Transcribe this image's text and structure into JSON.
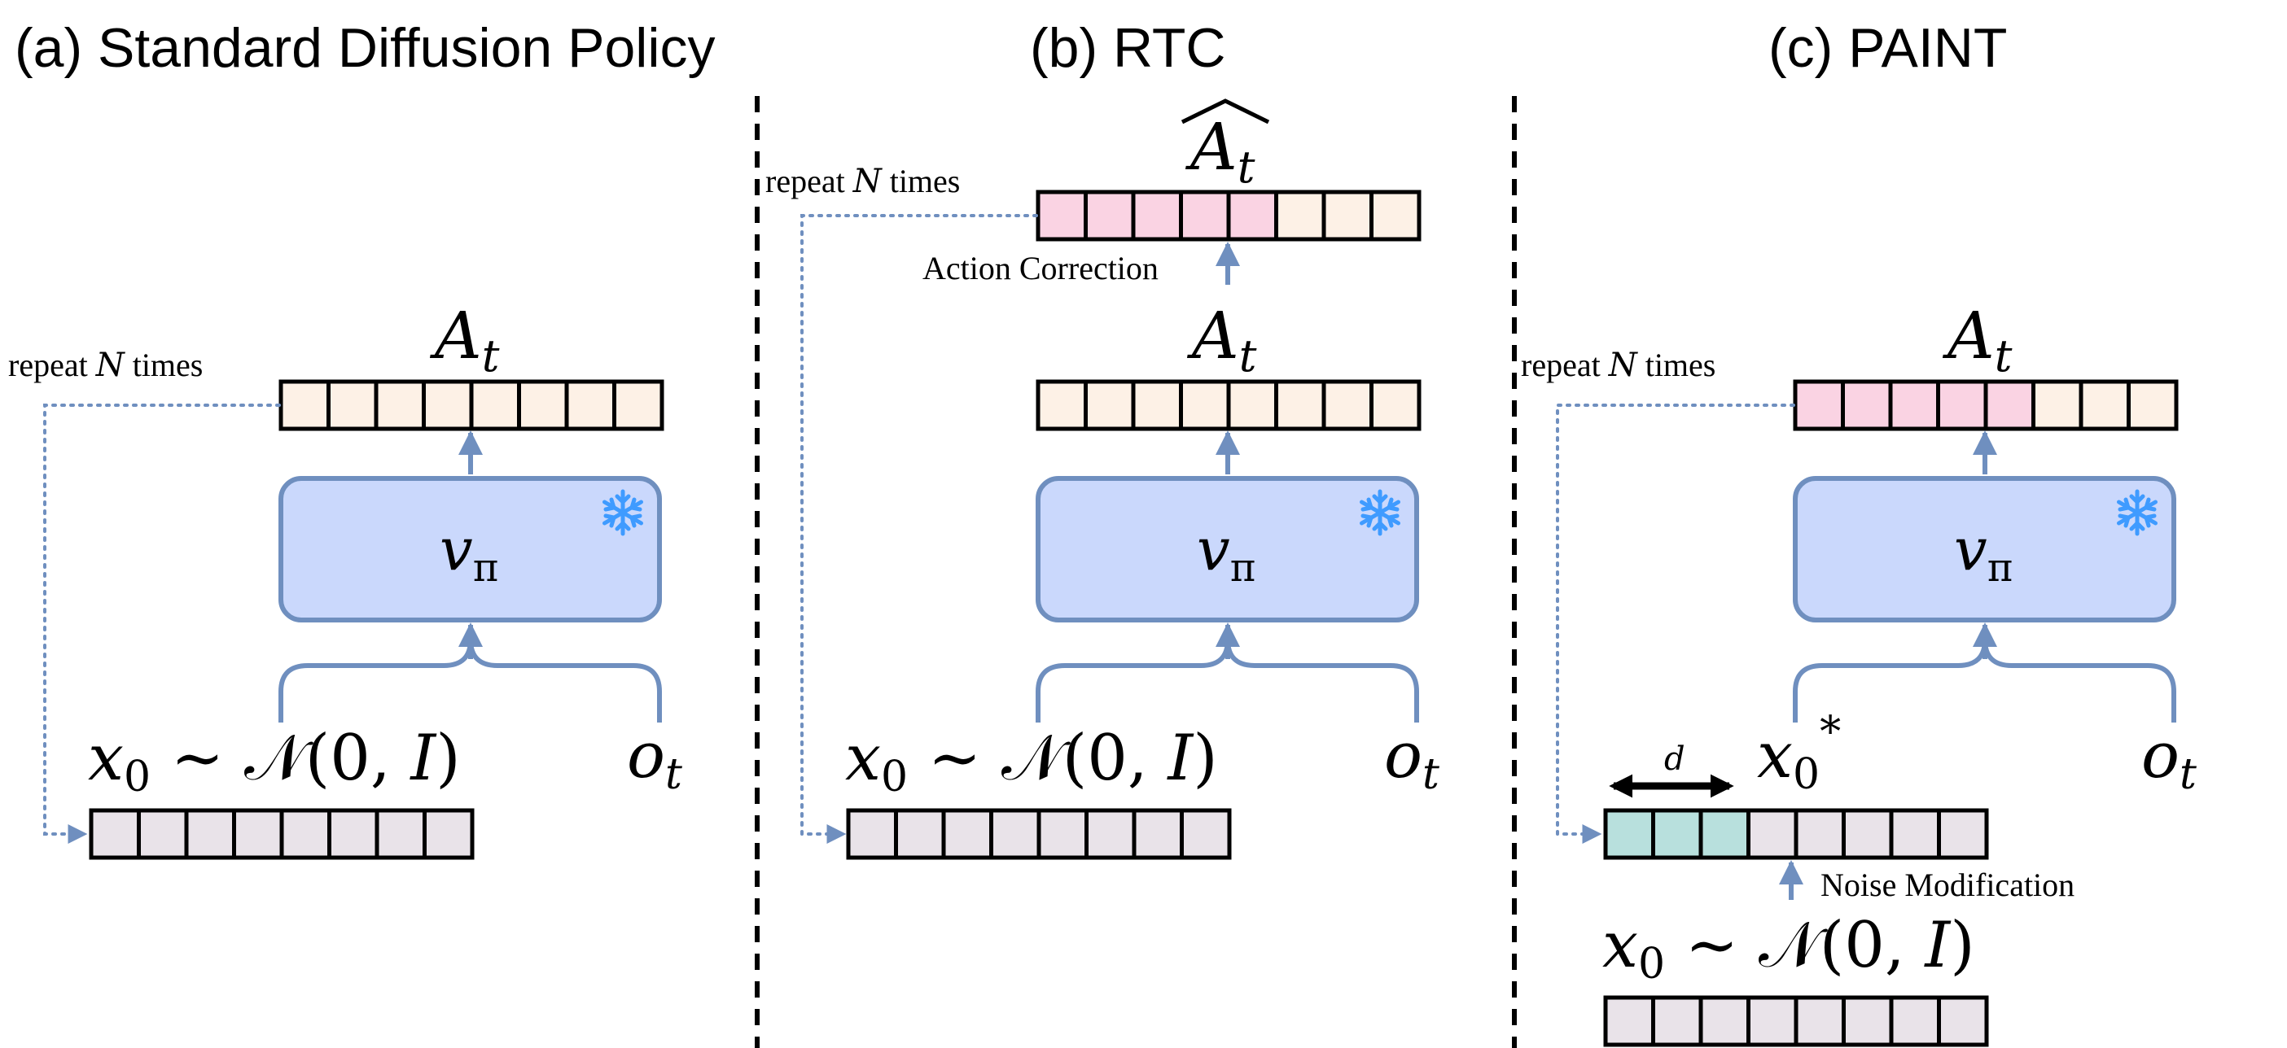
{
  "panels": [
    {
      "title": "(a) Standard Diffusion Policy",
      "repeat_label": "repeat N times",
      "action_label": "A_t",
      "network_label": "v_π",
      "noise_label": "x₀ ~ 𝒩(0, I)",
      "obs_label": "o_t"
    },
    {
      "title": "(b) RTC",
      "repeat_label": "repeat N times",
      "corrected_label": "Â_t",
      "correction_label": "Action Correction",
      "action_label": "A_t",
      "network_label": "v_π",
      "noise_label": "x₀ ~ 𝒩(0, I)",
      "obs_label": "o_t"
    },
    {
      "title": "(c) PAINT",
      "repeat_label": "repeat N times",
      "action_label": "A_t",
      "network_label": "v_π",
      "d_label": "d",
      "modified_noise_label": "x₀*",
      "modification_label": "Noise Modification",
      "noise_label": "x₀ ~ 𝒩(0, I)",
      "obs_label": "o_t"
    }
  ],
  "frozen_icon": "snowflake-icon",
  "colors": {
    "action_cell": "#fdf1e6",
    "corrected_cell": "#fad3e3",
    "noise_cell": "#e9e3e9",
    "prefix_cell": "#b8e0dd",
    "network_fill": "#cad8fc",
    "network_stroke": "#6f8fbf",
    "snowflake": "#3f9bff"
  }
}
